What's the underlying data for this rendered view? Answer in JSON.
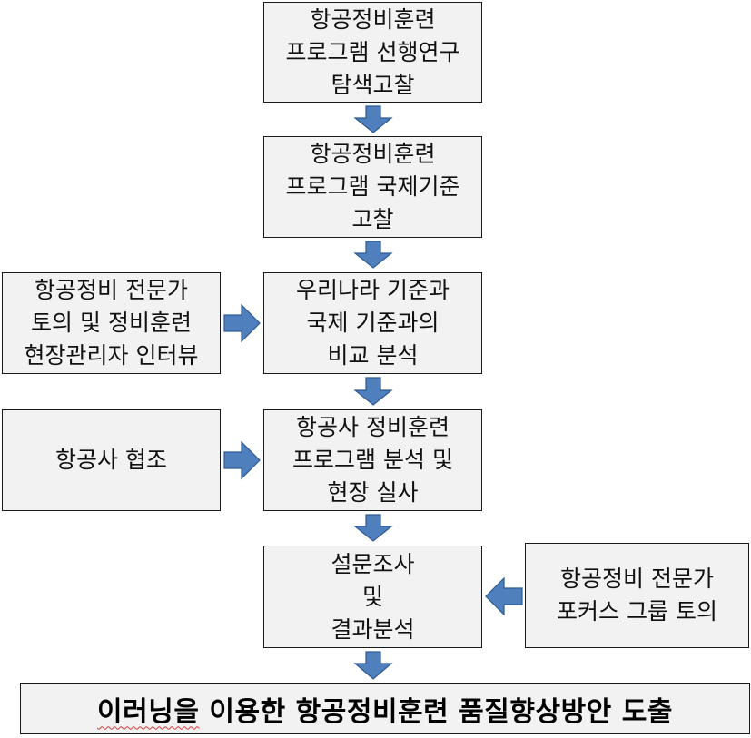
{
  "flow": {
    "step1": [
      "항공정비훈련",
      "프로그램 선행연구",
      "탐색고찰"
    ],
    "step2": [
      "항공정비훈련",
      "프로그램 국제기준",
      "고찰"
    ],
    "step3": [
      "우리나라 기준과",
      "국제 기준과의",
      "비교 분석"
    ],
    "step4": [
      "항공사 정비훈련",
      "프로그램 분석 및",
      "현장 실사"
    ],
    "step5": [
      "설문조사",
      "및",
      "결과분석"
    ]
  },
  "inputs": {
    "interview": [
      "항공정비 전문가",
      "토의 및 정비훈련",
      "현장관리자 인터뷰"
    ],
    "airline": [
      "항공사 협조"
    ],
    "focus_group": [
      "항공정비 전문가",
      "포커스 그룹 토의"
    ]
  },
  "result": {
    "word_underlined": "이러닝을",
    "rest": " 이용한 항공정비훈련 품질향상방안 도출"
  },
  "colors": {
    "arrow_fill": "#4f7fbd",
    "arrow_stroke": "#2e5a92",
    "box_fill": "#f2f2f2",
    "border": "#1a1a1a",
    "spell_underline": "#d63a3a"
  }
}
